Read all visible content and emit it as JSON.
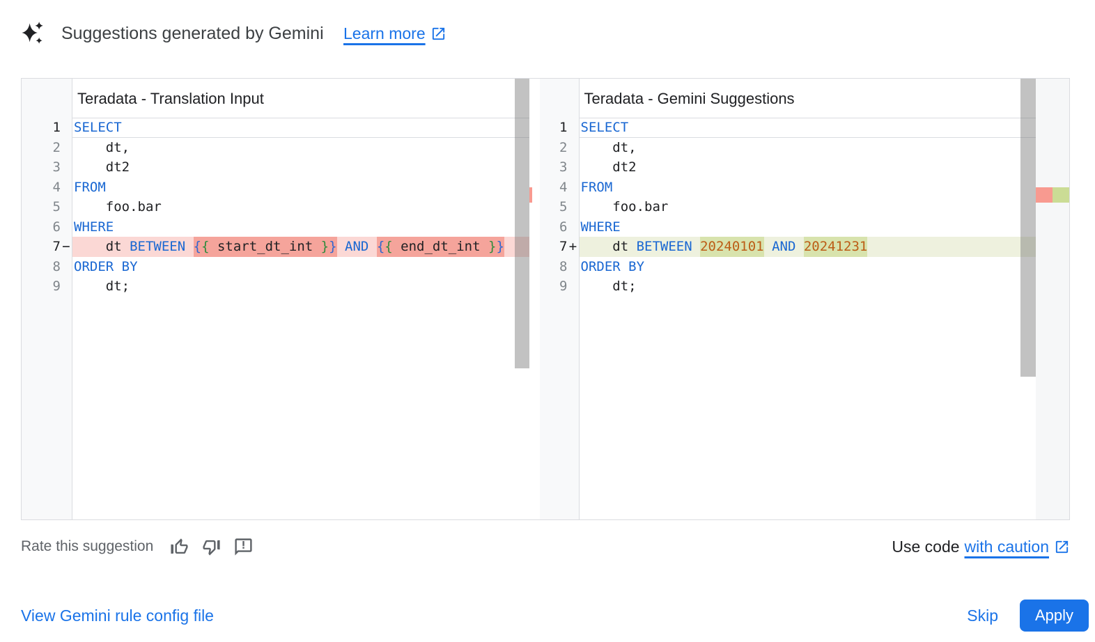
{
  "header": {
    "title": "Suggestions generated by Gemini",
    "learn_more_label": "Learn more"
  },
  "panels": [
    {
      "title": "Teradata - Translation Input",
      "diff_role": "input-with-deletion",
      "lines": [
        {
          "n": "1",
          "active": true,
          "segs": [
            {
              "t": "SELECT",
              "c": "kw"
            }
          ]
        },
        {
          "n": "2",
          "segs": [
            {
              "t": "    dt,",
              "c": "pl"
            }
          ]
        },
        {
          "n": "3",
          "segs": [
            {
              "t": "    dt2",
              "c": "pl"
            }
          ]
        },
        {
          "n": "4",
          "segs": [
            {
              "t": "FROM",
              "c": "kw"
            }
          ]
        },
        {
          "n": "5",
          "segs": [
            {
              "t": "    foo.bar",
              "c": "pl"
            }
          ]
        },
        {
          "n": "6",
          "segs": [
            {
              "t": "WHERE",
              "c": "kw"
            }
          ]
        },
        {
          "n": "7",
          "sign": "−",
          "diff": "del",
          "segs": [
            {
              "t": "    dt ",
              "c": "pl"
            },
            {
              "t": "BETWEEN",
              "c": "kw"
            },
            {
              "t": " ",
              "c": "pl"
            },
            {
              "t": "{",
              "c": "brb",
              "h": 1
            },
            {
              "t": "{",
              "c": "brg",
              "h": 1
            },
            {
              "t": " start_dt_int ",
              "c": "pl",
              "h": 1
            },
            {
              "t": "}",
              "c": "brg",
              "h": 1
            },
            {
              "t": "}",
              "c": "brb",
              "h": 1
            },
            {
              "t": " ",
              "c": "pl"
            },
            {
              "t": "AND",
              "c": "kw"
            },
            {
              "t": " ",
              "c": "pl"
            },
            {
              "t": "{",
              "c": "brb",
              "h": 1
            },
            {
              "t": "{",
              "c": "brg",
              "h": 1
            },
            {
              "t": " end_dt_int ",
              "c": "pl",
              "h": 1
            },
            {
              "t": "}",
              "c": "brg",
              "h": 1
            },
            {
              "t": "}",
              "c": "brb",
              "h": 1
            }
          ]
        },
        {
          "n": "8",
          "segs": [
            {
              "t": "ORDER BY",
              "c": "kw"
            }
          ]
        },
        {
          "n": "9",
          "segs": [
            {
              "t": "    dt;",
              "c": "pl"
            }
          ]
        }
      ]
    },
    {
      "title": "Teradata - Gemini Suggestions",
      "diff_role": "suggestion-with-addition",
      "lines": [
        {
          "n": "1",
          "active": true,
          "segs": [
            {
              "t": "SELECT",
              "c": "kw"
            }
          ]
        },
        {
          "n": "2",
          "segs": [
            {
              "t": "    dt,",
              "c": "pl"
            }
          ]
        },
        {
          "n": "3",
          "segs": [
            {
              "t": "    dt2",
              "c": "pl"
            }
          ]
        },
        {
          "n": "4",
          "segs": [
            {
              "t": "FROM",
              "c": "kw"
            }
          ]
        },
        {
          "n": "5",
          "segs": [
            {
              "t": "    foo.bar",
              "c": "pl"
            }
          ]
        },
        {
          "n": "6",
          "segs": [
            {
              "t": "WHERE",
              "c": "kw"
            }
          ]
        },
        {
          "n": "7",
          "sign": "+",
          "diff": "add",
          "segs": [
            {
              "t": "    dt ",
              "c": "pl"
            },
            {
              "t": "BETWEEN",
              "c": "kw"
            },
            {
              "t": " ",
              "c": "pl"
            },
            {
              "t": "20240101",
              "c": "num",
              "h": 1
            },
            {
              "t": " ",
              "c": "pl"
            },
            {
              "t": "AND",
              "c": "kw"
            },
            {
              "t": " ",
              "c": "pl"
            },
            {
              "t": "20241231",
              "c": "num",
              "h": 1
            }
          ]
        },
        {
          "n": "8",
          "segs": [
            {
              "t": "ORDER BY",
              "c": "kw"
            }
          ]
        },
        {
          "n": "9",
          "segs": [
            {
              "t": "    dt;",
              "c": "pl"
            }
          ]
        }
      ]
    }
  ],
  "rate": {
    "label": "Rate this suggestion",
    "icons": [
      "thumb-up-icon",
      "thumb-down-icon",
      "feedback-icon"
    ]
  },
  "caution": {
    "prefix": "Use code",
    "link_label": "with caution",
    "icon": "open-in-new-icon"
  },
  "footer": {
    "config_link_label": "View Gemini rule config file",
    "skip_label": "Skip",
    "apply_label": "Apply"
  },
  "colors": {
    "accent_blue": "#1a73e8",
    "keyword": "#1967d2",
    "number_literal": "#bc5d16",
    "brace_outer": "#3066d0",
    "brace_inner": "#2e8b3d",
    "deleted_line_bg": "#fbd8d5",
    "deleted_token_bg": "#f5a49b",
    "added_line_bg": "#eef1de",
    "added_token_bg": "#d8e3ad",
    "ruler_deleted_mark": "#f89a90",
    "ruler_added_mark": "#cbdc95",
    "gutter_bg": "#f8f9fa",
    "line_number": "#80868b"
  }
}
